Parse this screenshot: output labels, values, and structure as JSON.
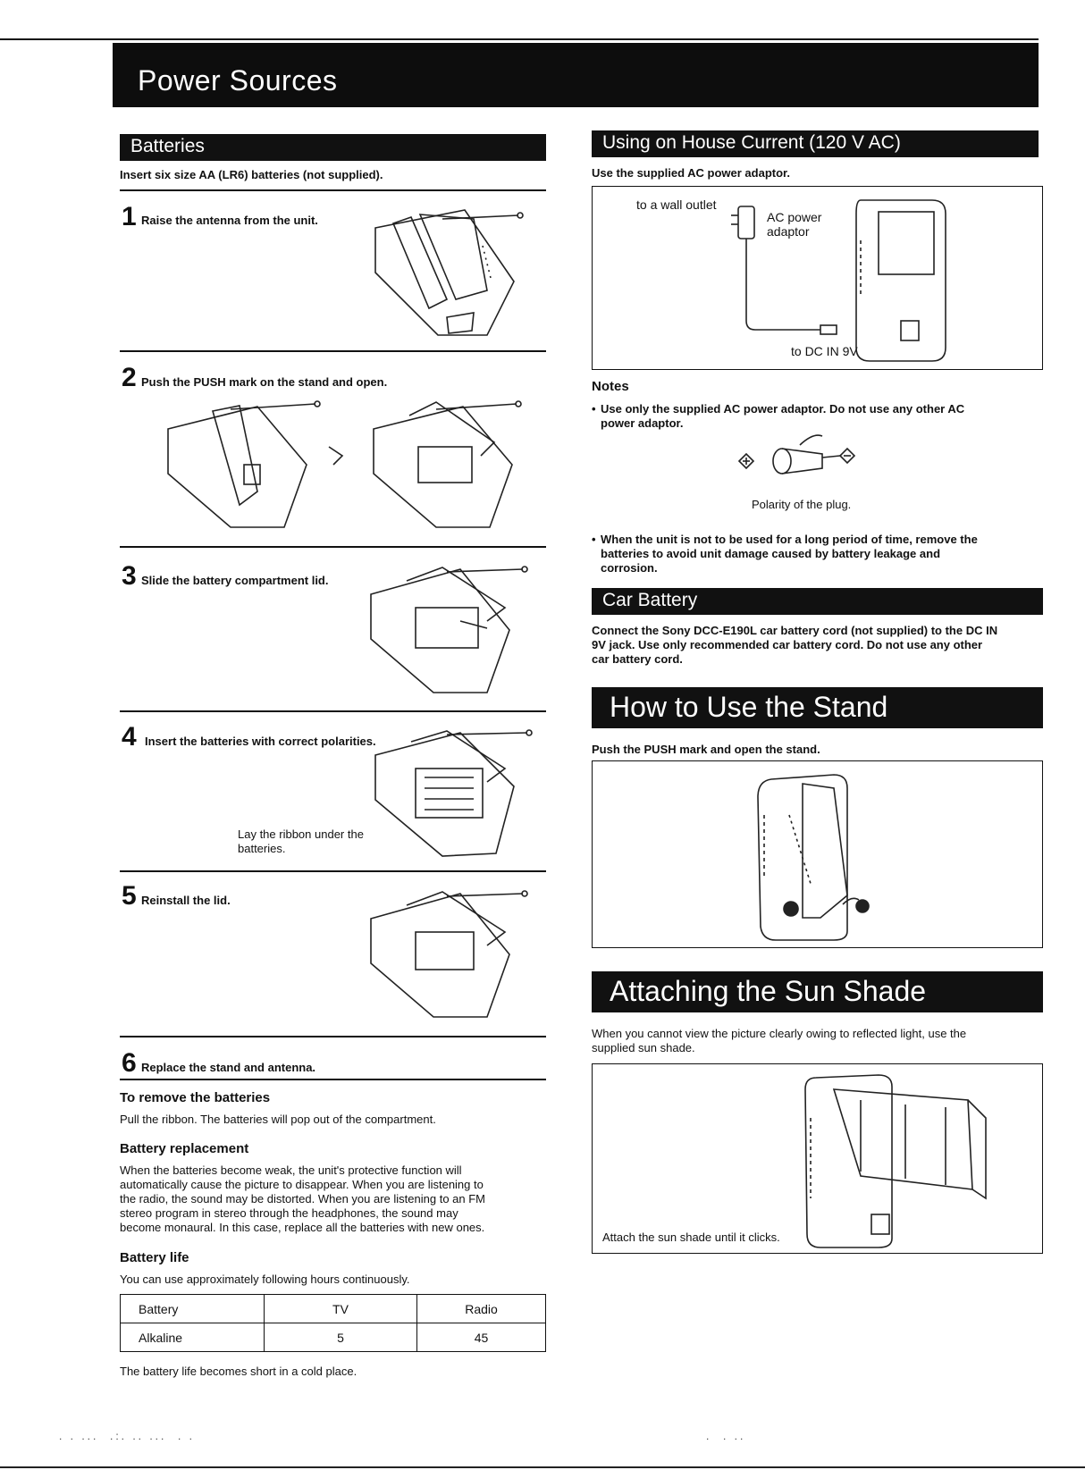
{
  "title": "Power Sources",
  "batteries": {
    "header": "Batteries",
    "intro": "Insert six size AA (LR6) batteries (not supplied).",
    "steps": [
      {
        "num": "1",
        "text": "Raise the antenna from the unit."
      },
      {
        "num": "2",
        "text": "Push the PUSH mark on the stand and open."
      },
      {
        "num": "3",
        "text": "Slide the battery compartment lid."
      },
      {
        "num": "4",
        "text": "Insert the batteries with correct polarities."
      },
      {
        "num": "5",
        "text": "Reinstall the lid."
      },
      {
        "num": "6",
        "text": "Replace the stand and antenna."
      }
    ],
    "ribbon_caption_1": "Lay the ribbon under the",
    "ribbon_caption_2": "batteries.",
    "remove_heading": "To remove the batteries",
    "remove_text": "Pull the ribbon. The batteries will pop out of the compartment.",
    "replace_heading": "Battery replacement",
    "replace_lines": [
      "When the batteries become weak, the unit's protective function will",
      "automatically cause the picture to disappear. When you are listening to",
      "the radio, the sound may be distorted. When you are listening to an FM",
      "stereo program in stereo through the headphones, the sound may",
      "become monaural. In this case, replace all the batteries with new ones."
    ],
    "life_heading": "Battery life",
    "life_text": "You can use approximately following hours continuously.",
    "table": {
      "headers": [
        "Battery",
        "TV",
        "Radio"
      ],
      "row": [
        "Alkaline",
        "5",
        "45"
      ]
    },
    "cold_note": "The battery life becomes short in a cold place."
  },
  "house_current": {
    "header": "Using on House Current (120 V AC)",
    "intro": "Use the supplied AC power adaptor.",
    "label_wall": "to a wall outlet",
    "label_adaptor_1": "AC power",
    "label_adaptor_2": "adaptor",
    "label_dcin": "to DC IN 9V",
    "notes_heading": "Notes",
    "note1_line1": "Use only the supplied AC power adaptor.  Do not use any other AC",
    "note1_line2": "power adaptor.",
    "polarity_caption": "Polarity of the plug.",
    "note2_line1": "When the unit is not to be used for a long period of time, remove the",
    "note2_line2": "batteries to avoid unit damage caused by battery leakage and",
    "note2_line3": "corrosion."
  },
  "car_battery": {
    "header": "Car Battery",
    "line1": "Connect the Sony DCC-E190L car battery cord (not supplied) to the DC IN",
    "line2": "9V jack.  Use only recommended car battery cord.  Do not use any other",
    "line3": "car battery cord."
  },
  "stand": {
    "header": "How to Use the Stand",
    "text": "Push the PUSH mark and open the stand."
  },
  "sun_shade": {
    "header": "Attaching the Sun Shade",
    "line1": "When you cannot view the picture clearly owing to reflected light, use the",
    "line2": "supplied sun shade.",
    "caption": "Attach the sun shade until it clicks."
  }
}
